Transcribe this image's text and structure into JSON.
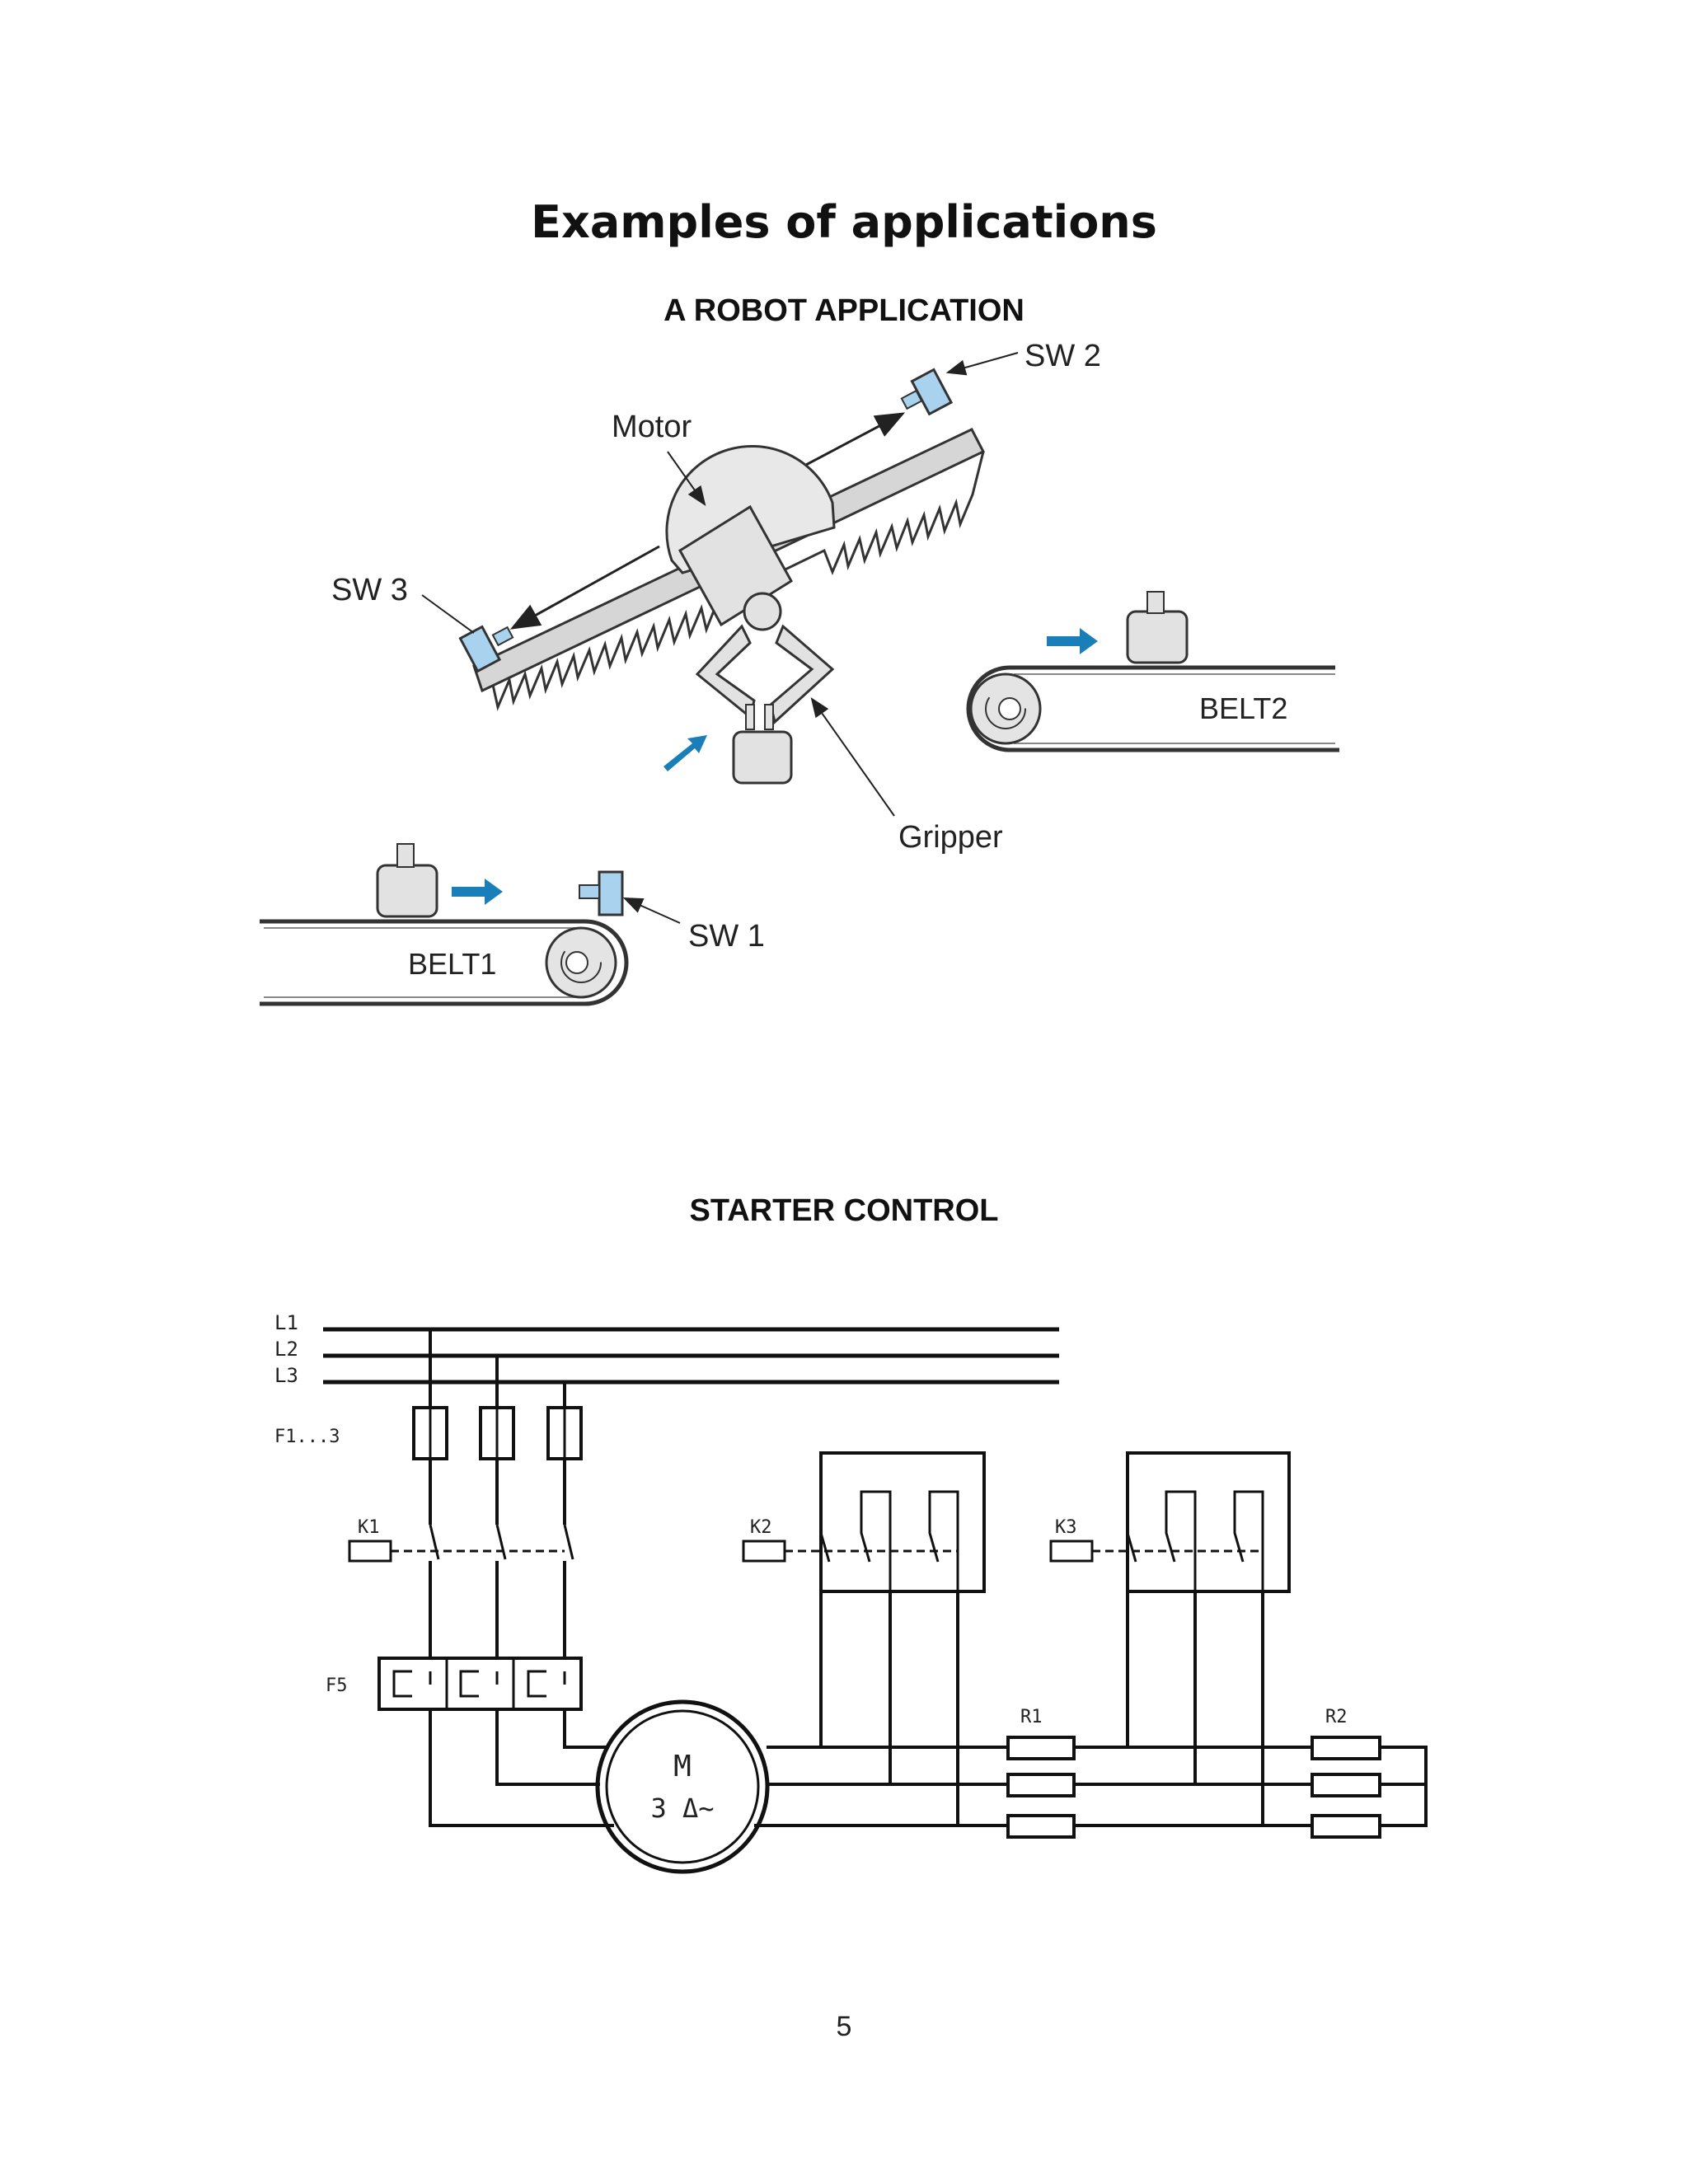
{
  "page": {
    "title": "Examples of applications",
    "page_number": "5"
  },
  "robot": {
    "title": "A ROBOT APPLICATION",
    "labels": {
      "sw2": "SW 2",
      "sw3": "SW 3",
      "sw1": "SW 1",
      "motor": "Motor",
      "gripper": "Gripper",
      "belt1": "BELT1",
      "belt2": "BELT2"
    },
    "colors": {
      "switch": "#a9d2ee",
      "arrow": "#1a7fb8",
      "part": "#e2e2e2"
    }
  },
  "starter": {
    "title": "STARTER CONTROL",
    "labels": {
      "l1": "L1",
      "l2": "L2",
      "l3": "L3",
      "fuses": "F1...3",
      "k1": "K1",
      "k2": "K2",
      "k3": "K3",
      "f5": "F5",
      "r1": "R1",
      "r2": "R2",
      "motor_m": "M",
      "motor_spec": "3 Δ~"
    }
  }
}
